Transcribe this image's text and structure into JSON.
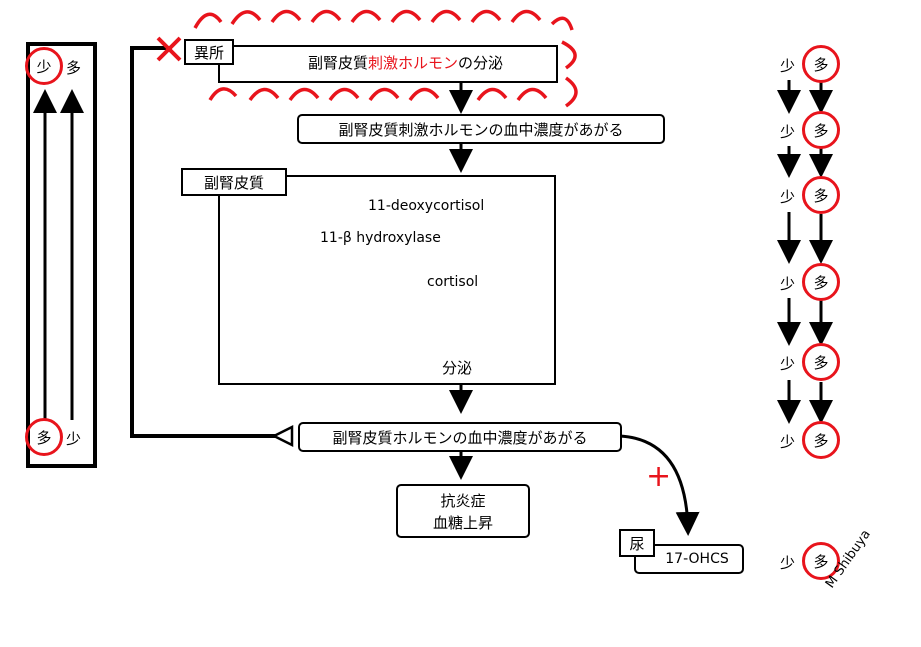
{
  "colors": {
    "line": "#000000",
    "accent": "#e8141c"
  },
  "left_column": {
    "top_small": "少",
    "top_large": "多",
    "bottom_large": "多",
    "bottom_small": "少"
  },
  "ectopic_label": "異所",
  "acth_secretion": {
    "prefix": "副腎皮質",
    "highlight": "刺激ホルモン",
    "suffix": "の分泌"
  },
  "acth_level": "副腎皮質刺激ホルモンの血中濃度があがる",
  "adrenal_cortex": {
    "title": "副腎皮質",
    "substrate": "11-deoxycortisol",
    "enzyme": "11-β hydroxylase",
    "product": "cortisol",
    "secretion": "分泌"
  },
  "cortisol_level": "副腎皮質ホルモンの血中濃度があがる",
  "effects": {
    "line1": "抗炎症",
    "line2": "血糖上昇"
  },
  "urine": {
    "label": "尿",
    "value": "17-OHCS",
    "plus": "+"
  },
  "right_column": {
    "rows": [
      {
        "small": "少",
        "large": "多"
      },
      {
        "small": "少",
        "large": "多"
      },
      {
        "small": "少",
        "large": "多"
      },
      {
        "small": "少",
        "large": "多"
      },
      {
        "small": "少",
        "large": "多"
      },
      {
        "small": "少",
        "large": "多"
      },
      {
        "small": "少",
        "large": "多"
      }
    ]
  },
  "signature": "M Shibuya"
}
